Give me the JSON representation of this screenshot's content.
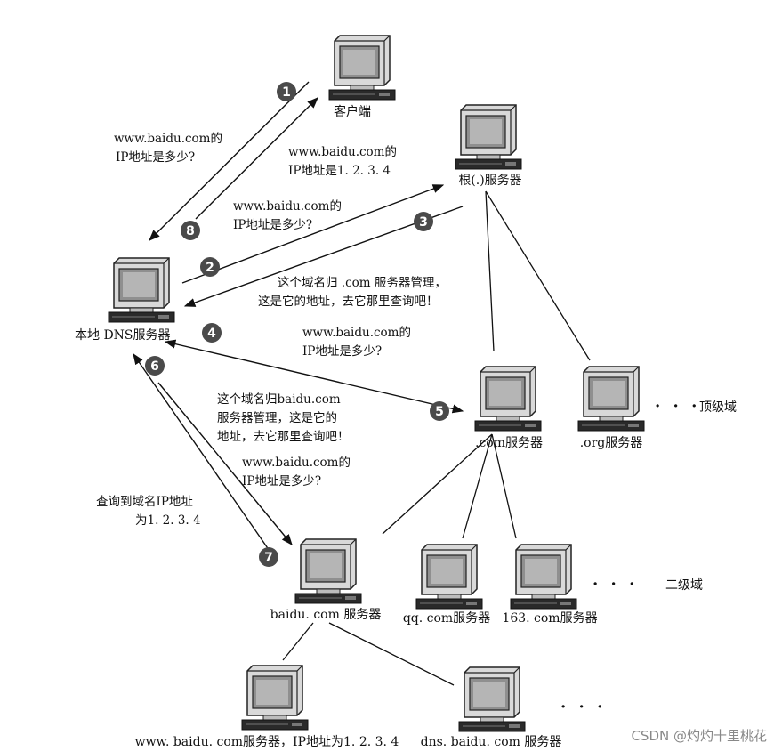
{
  "nodes": {
    "client": "客户端",
    "root": "根(.)服务器",
    "local_dns": "本地 DNS服务器",
    "com": ".com服务器",
    "org": ".org服务器",
    "baidu": "baidu. com 服务器",
    "qq": "qq. com服务器",
    "n163": "163. com服务器",
    "www": "www. baidu. com服务器，IP地址为1. 2. 3. 4",
    "dns": "dns. baidu. com 服务器"
  },
  "levels": {
    "top": "顶级域",
    "second": "二级域",
    "ellipsis": "· · ·"
  },
  "notes": {
    "q1_l1": "www.baidu.com的",
    "q1_l2": "IP地址是多少?",
    "a8_l1": "www.baidu.com的",
    "a8_l2": "IP地址是1. 2. 3. 4",
    "q2_l1": "www.baidu.com的",
    "q2_l2": "IP地址是多少?",
    "a3_l1": "这个域名归 .com 服务器管理，",
    "a3_l2": "这是它的地址，去它那里查询吧！",
    "q4_l1": "www.baidu.com的",
    "q4_l2": "IP地址是多少?",
    "a5_l1": "这个域名归baidu.com",
    "a5_l2": "服务器管理，这是它的",
    "a5_l3": "地址，去它那里查询吧！",
    "q6_l1": "www.baidu.com的",
    "q6_l2": "IP地址是多少?",
    "a7_l1": "查询到域名IP地址",
    "a7_l2": "为1. 2. 3. 4"
  },
  "steps": [
    "1",
    "2",
    "3",
    "4",
    "5",
    "6",
    "7",
    "8"
  ],
  "watermark": "CSDN @灼灼十里桃花"
}
